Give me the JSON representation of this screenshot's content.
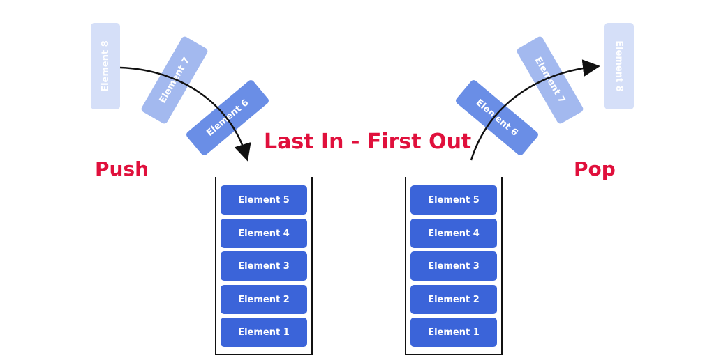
{
  "title": "Last In - First Out",
  "push_label": "Push",
  "pop_label": "Pop",
  "left_stack": [
    "Element 5",
    "Element 4",
    "Element 3",
    "Element 2",
    "Element 1"
  ],
  "right_stack": [
    "Element 5",
    "Element 4",
    "Element 3",
    "Element 2",
    "Element 1"
  ],
  "push_elements": [
    "Element 8",
    "Element 7",
    "Element 6"
  ],
  "pop_elements": [
    "Element 6",
    "Element 7",
    "Element 8"
  ],
  "colors": {
    "accent_red": "#e0103c",
    "stack_blue": "#3b64d9",
    "blue_mid": "#6a8ee6",
    "blue_light": "#a3b9ef",
    "blue_faint": "#d5dff8"
  }
}
